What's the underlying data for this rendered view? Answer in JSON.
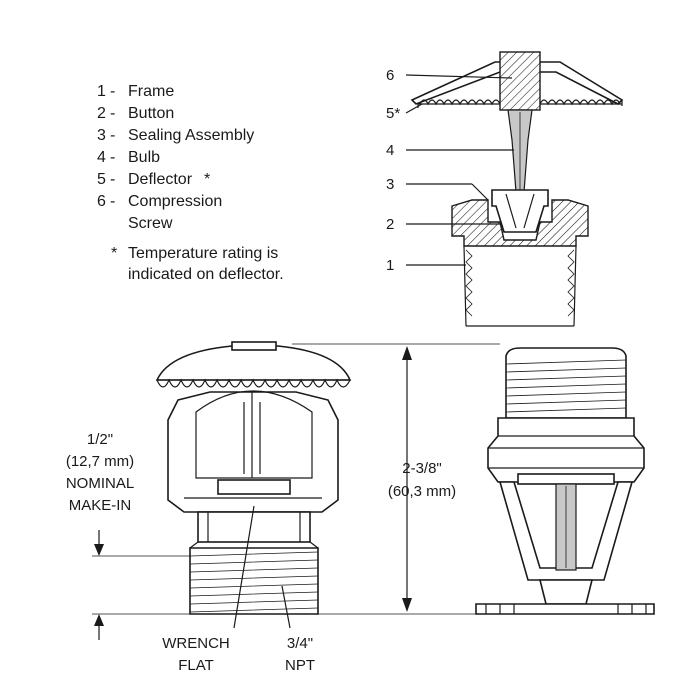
{
  "legend": {
    "items": [
      {
        "num": "1",
        "label": "Frame"
      },
      {
        "num": "2",
        "label": "Button"
      },
      {
        "num": "3",
        "label": "Sealing Assembly"
      },
      {
        "num": "4",
        "label": "Bulb"
      },
      {
        "num": "5",
        "label": "Deflector",
        "star": "*"
      },
      {
        "num": "6",
        "label": "Compression",
        "label2": "Screw"
      }
    ],
    "dash": "-",
    "note_star": "*",
    "note_line1": "Temperature rating is",
    "note_line2": "indicated on deflector."
  },
  "callouts": {
    "c6": "6",
    "c5": "5*",
    "c4": "4",
    "c3": "3",
    "c2": "2",
    "c1": "1"
  },
  "dimensions": {
    "makein_line1": "1/2\"",
    "makein_line2": "(12,7 mm)",
    "makein_line3": "NOMINAL",
    "makein_line4": "MAKE-IN",
    "height_line1": "2-3/8\"",
    "height_line2": "(60,3 mm)",
    "wrench_line1": "WRENCH",
    "wrench_line2": "FLAT",
    "npt_line1": "3/4\"",
    "npt_line2": "NPT"
  },
  "colors": {
    "line": "#1a1a1a",
    "bulb_fill": "#c8c8c8",
    "background": "#ffffff"
  }
}
